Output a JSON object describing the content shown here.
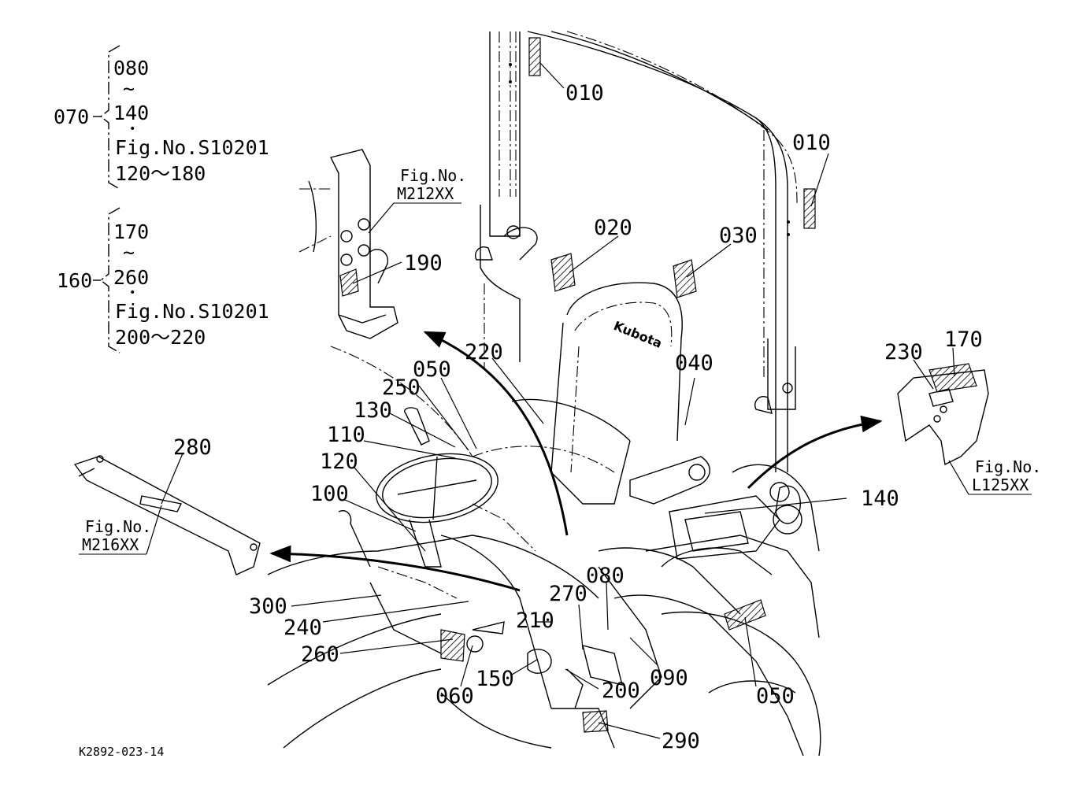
{
  "legend": {
    "group1": {
      "parent": "070",
      "first": "080",
      "tilde": "~",
      "last": "140",
      "dot": "•",
      "fig": "Fig.No.S10201",
      "range": "120〜180"
    },
    "group2": {
      "parent": "160",
      "first": "170",
      "tilde": "~",
      "last": "260",
      "dot": "•",
      "fig": "Fig.No.S10201",
      "range": "200〜220"
    }
  },
  "refs": {
    "m212": {
      "line1": "Fig.No.",
      "line2": "M212XX"
    },
    "m216": {
      "line1": "Fig.No.",
      "line2": "M216XX"
    },
    "l125": {
      "line1": "Fig.No.",
      "line2": "L125XX"
    }
  },
  "callouts": {
    "c010a": "010",
    "c010b": "010",
    "c020": "020",
    "c030": "030",
    "c040": "040",
    "c050a": "050",
    "c050b": "050",
    "c060": "060",
    "c080": "080",
    "c090": "090",
    "c100": "100",
    "c110": "110",
    "c120": "120",
    "c130": "130",
    "c140": "140",
    "c150": "150",
    "c170": "170",
    "c190": "190",
    "c200": "200",
    "c210": "210",
    "c220": "220",
    "c230": "230",
    "c240": "240",
    "c250": "250",
    "c260": "260",
    "c270": "270",
    "c280": "280",
    "c290": "290",
    "c300": "300"
  },
  "drawing_code": "K2892-023-14"
}
